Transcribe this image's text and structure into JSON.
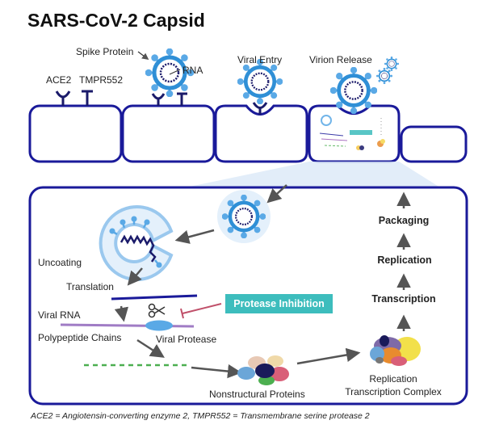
{
  "title": "SARS-CoV-2 Capsid",
  "top_labels": {
    "spike_protein": "Spike Protein",
    "rna": "RNA",
    "ace2": "ACE2",
    "tmpr552": "TMPR552",
    "viral_entry": "Viral Entry",
    "virion_release": "Virion Release"
  },
  "cycle_labels": {
    "uncoating": "Uncoating",
    "translation": "Translation",
    "viral_rna": "Viral RNA",
    "polypeptide_chains": "Polypeptide Chains",
    "viral_protease": "Viral Protease",
    "protease_inhibition": "Protease Inhibition",
    "nonstructural_proteins": "Nonstructural Proteins",
    "rtc_line1": "Replication",
    "rtc_line2": "Transcription Complex",
    "transcription": "Transcription",
    "replication": "Replication",
    "packaging": "Packaging"
  },
  "footnote": "ACE2 = Angiotensin-converting enzyme 2, TMPR552 = Transmembrane serine protease 2",
  "colors": {
    "cell_outline": "#1a1a9a",
    "virus": "#2f8fd6",
    "virus_spikes": "#5aa9e6",
    "rna": "#1a1a6a",
    "protease_box": "#3dbdbd",
    "inhibitor_line": "#c0506a",
    "zoom_fill": "#dbe9f7",
    "arrow": "#555555",
    "peptide_dash": "#4caf50"
  }
}
